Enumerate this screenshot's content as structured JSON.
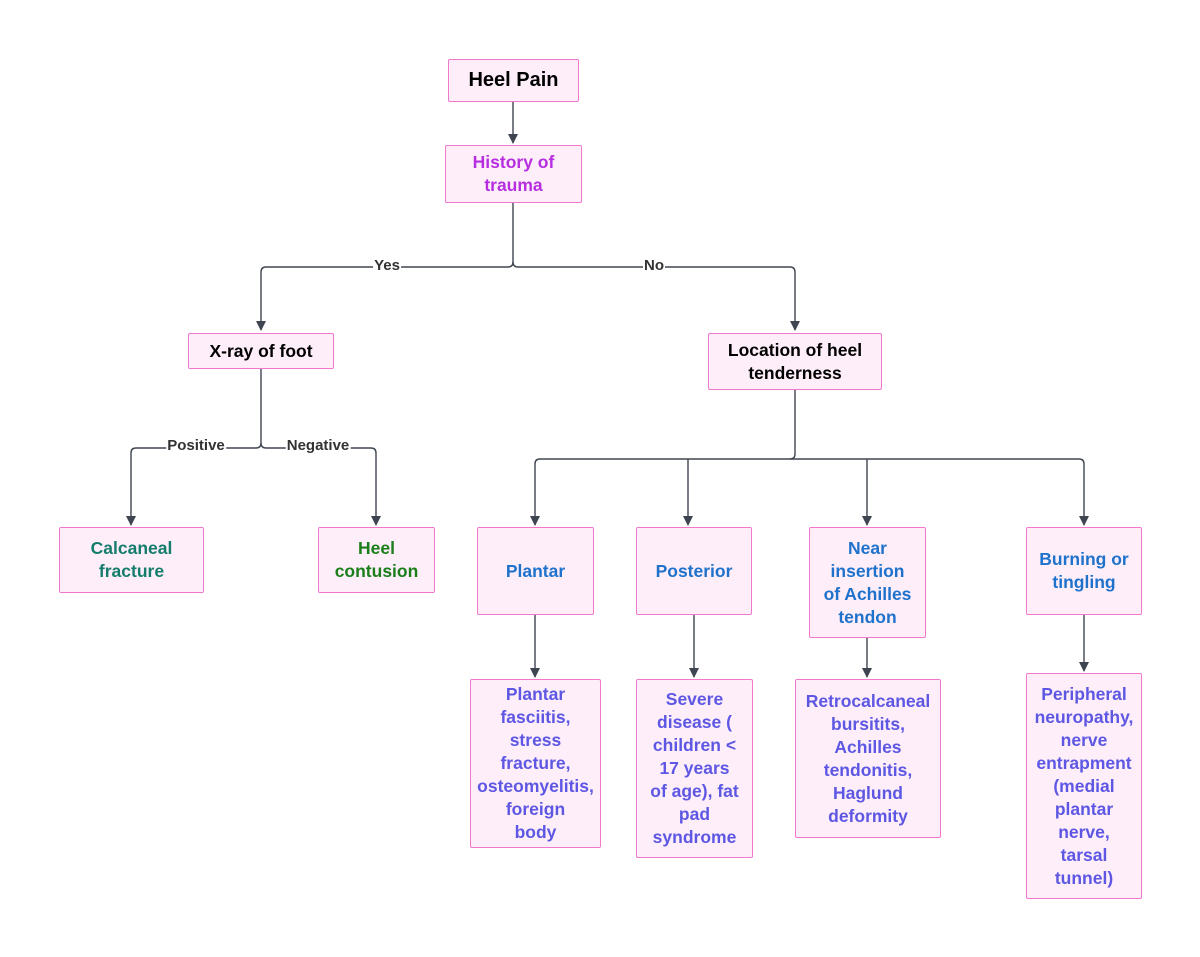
{
  "colors": {
    "node_fill": "#fdeef9",
    "node_border": "#f277cf",
    "connector": "#3f4550",
    "root_text": "#000000",
    "trauma_text": "#b72ee0",
    "question_text": "#000000",
    "fracture_text": "#147d6c",
    "contusion_text": "#1a7f1a",
    "location_text": "#1f72cc",
    "diagnosis_text": "#5d57e3"
  },
  "diagram": {
    "root": "Heel Pain",
    "trauma_question": "History of\ntrauma",
    "edge_yes": "Yes",
    "edge_no": "No",
    "xray": "X-ray of foot",
    "location_question": "Location of heel\ntenderness",
    "edge_positive": "Positive",
    "edge_negative": "Negative",
    "outcome_fracture": "Calcaneal\nfracture",
    "outcome_contusion": "Heel\ncontusion",
    "locations": {
      "plantar": "Plantar",
      "posterior": "Posterior",
      "achilles": "Near\ninsertion\nof Achilles\ntendon",
      "burning": "Burning or\ntingling"
    },
    "diagnoses": {
      "plantar": "Plantar\nfasciitis,\nstress\nfracture,\nosteomyelitis,\nforeign\nbody",
      "posterior": "Severe\ndisease (\nchildren <\n17 years\nof age), fat\npad\nsyndrome",
      "achilles": "Retrocalcaneal\nbursitits,\nAchilles\ntendonitis,\nHaglund\ndeformity",
      "burning": "Peripheral\nneuropathy,\nnerve\nentrapment\n(medial\nplantar\nnerve,\ntarsal\ntunnel)"
    }
  }
}
